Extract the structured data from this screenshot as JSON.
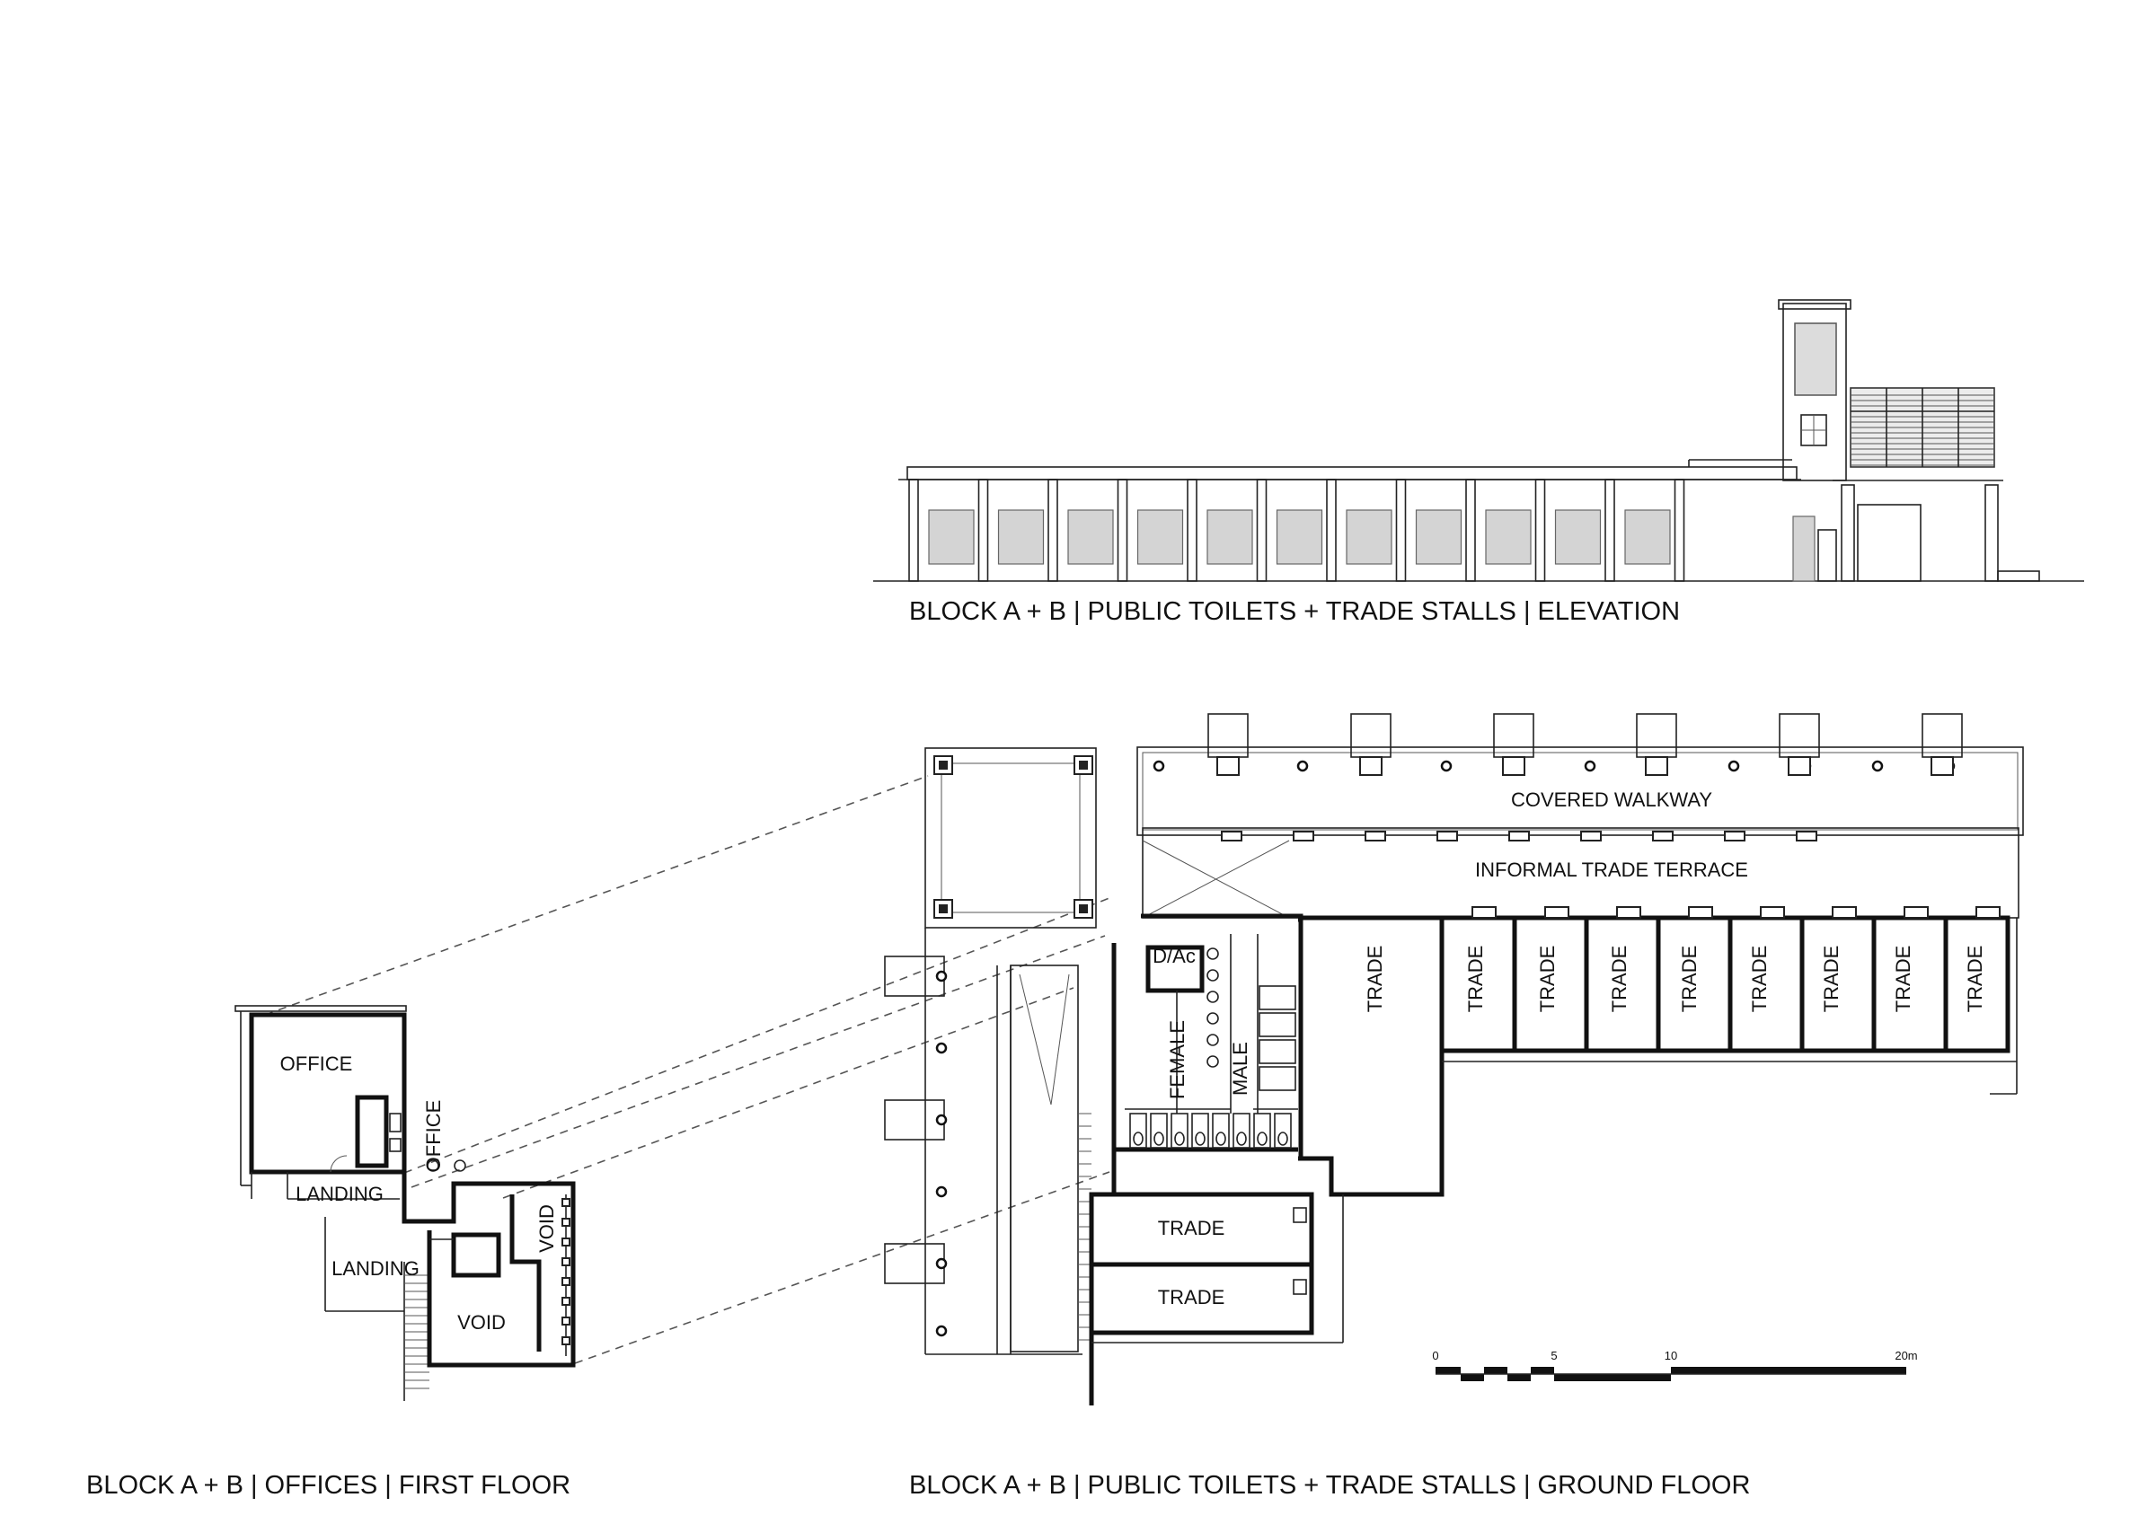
{
  "captions": {
    "elevation": "BLOCK A + B | PUBLIC TOILETS + TRADE STALLS | ELEVATION",
    "ground_floor": "BLOCK A + B | PUBLIC TOILETS + TRADE STALLS | GROUND FLOOR",
    "first_floor": "BLOCK A + B | OFFICES | FIRST FLOOR"
  },
  "ground_floor_labels": {
    "covered_walkway": "COVERED WALKWAY",
    "informal_trade_terrace": "INFORMAL TRADE TERRACE",
    "trade": "TRADE",
    "female": "FEMALE",
    "male": "MALE",
    "dac": "D/Ac"
  },
  "first_floor_labels": {
    "office_main": "OFFICE",
    "office_side": "OFFICE",
    "landing_upper": "LANDING",
    "landing_lower": "LANDING",
    "void_vertical": "VOID",
    "void_bottom": "VOID"
  },
  "scale_bar": {
    "ticks": [
      "0",
      "5",
      "10",
      "20m"
    ]
  }
}
